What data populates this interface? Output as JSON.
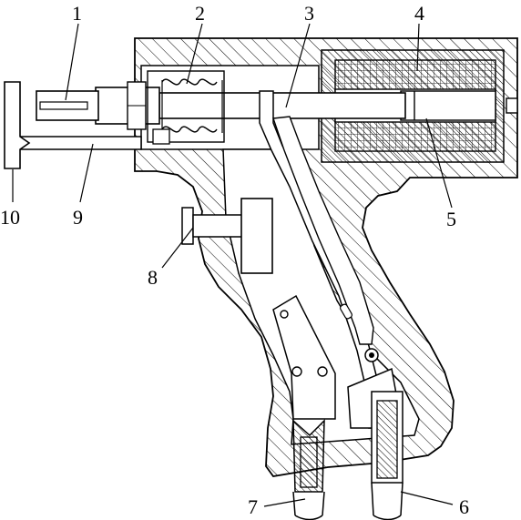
{
  "diagram": {
    "labels": [
      {
        "id": "l1",
        "text": "1"
      },
      {
        "id": "l2",
        "text": "2"
      },
      {
        "id": "l3",
        "text": "3"
      },
      {
        "id": "l4",
        "text": "4"
      },
      {
        "id": "l5",
        "text": "5"
      },
      {
        "id": "l6",
        "text": "6"
      },
      {
        "id": "l7",
        "text": "7"
      },
      {
        "id": "l8",
        "text": "8"
      },
      {
        "id": "l9",
        "text": "9"
      },
      {
        "id": "l10",
        "text": "10"
      }
    ],
    "colors": {
      "line": "#000000",
      "background": "#ffffff"
    }
  }
}
